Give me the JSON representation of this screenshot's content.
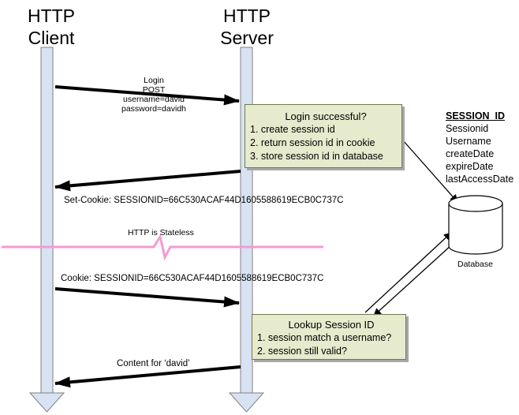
{
  "client": {
    "title": "HTTP\nClient"
  },
  "server": {
    "title": "HTTP\nServer"
  },
  "login_message": {
    "lines": [
      "Login",
      "POST",
      "username=david",
      "password=davidh"
    ]
  },
  "login_note": {
    "title": "Login successful?",
    "items": [
      "1. create session id",
      "2. return session id in cookie",
      "3. store session id in database"
    ]
  },
  "set_cookie_message": "Set-Cookie: SESSIONID=66C530ACAF44D1605588619ECB0C737C",
  "stateless_label": "HTTP is Stateless",
  "cookie_message": "Cookie: SESSIONID=66C530ACAF44D1605588619ECB0C737C",
  "lookup_note": {
    "title": "Lookup Session ID",
    "items": [
      "1.  session match a username?",
      "2.  session still valid?"
    ]
  },
  "content_message": "Content for ‘david’",
  "session_table": {
    "title": "SESSION_ID",
    "fields": [
      "Sessionid",
      "Username",
      "createDate",
      "expireDate",
      "lastAccessDate"
    ]
  },
  "database": {
    "label": "Database"
  },
  "colors": {
    "lifeline": "#d7e3f3",
    "lifeline_stroke": "#808080",
    "note_fill": "#e6ebce",
    "break_line": "#f59ad4"
  }
}
